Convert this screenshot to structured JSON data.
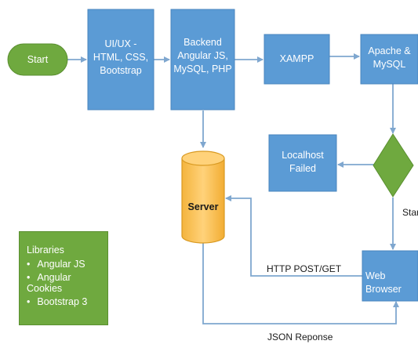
{
  "nodes": {
    "start": "Start",
    "uiux": [
      "UI/UX -",
      "HTML, CSS,",
      "Bootstrap"
    ],
    "backend": [
      "Backend",
      "Angular JS,",
      "MySQL, PHP"
    ],
    "xampp": "XAMPP",
    "apache": [
      "Apache &",
      "MySQL"
    ],
    "localhost": [
      "Localhost",
      "Failed"
    ],
    "server": "Server",
    "web_browser": "Web Browser"
  },
  "edge_labels": {
    "decision_start": "Start",
    "http": "HTTP POST/GET",
    "json": "JSON Reponse"
  },
  "libraries": {
    "title": "Libraries",
    "items": [
      "Angular JS",
      "Angular Cookies",
      "Bootstrap 3"
    ]
  },
  "colors": {
    "process": "#5b9bd5",
    "start": "#6fa93f",
    "decision": "#6fa93f",
    "server": "#ffc04d",
    "arrow": "#7fa7cf"
  }
}
